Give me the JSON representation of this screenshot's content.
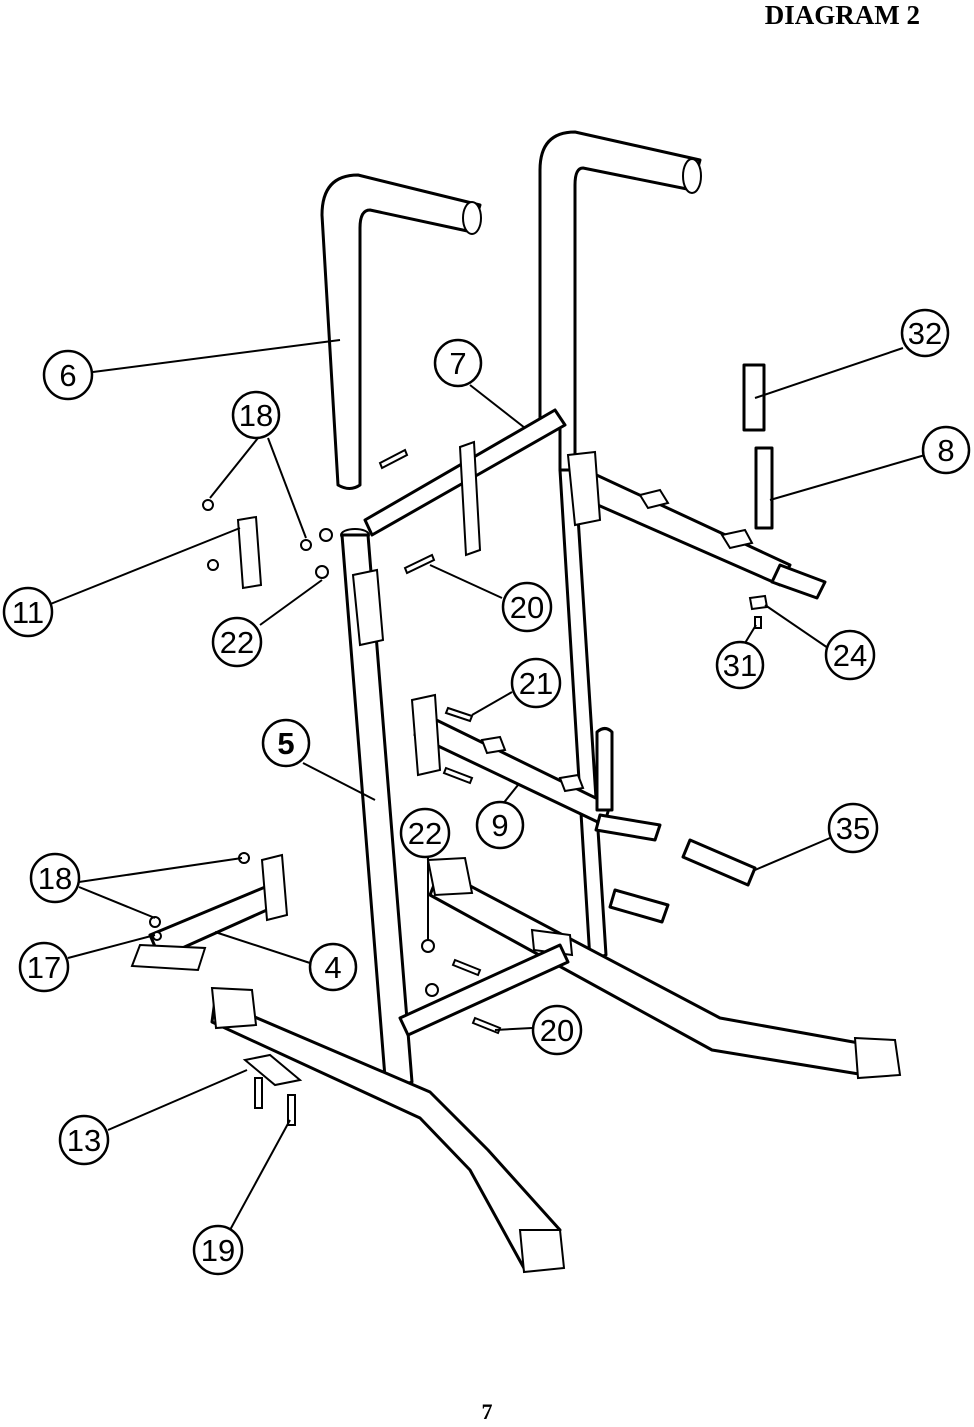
{
  "page": {
    "title": "DIAGRAM 2",
    "page_number": "7"
  },
  "callouts": [
    {
      "id": "6",
      "label": "6"
    },
    {
      "id": "18a",
      "label": "18"
    },
    {
      "id": "7",
      "label": "7"
    },
    {
      "id": "32",
      "label": "32"
    },
    {
      "id": "8",
      "label": "8"
    },
    {
      "id": "11",
      "label": "11"
    },
    {
      "id": "22a",
      "label": "22"
    },
    {
      "id": "20a",
      "label": "20"
    },
    {
      "id": "31",
      "label": "31"
    },
    {
      "id": "24",
      "label": "24"
    },
    {
      "id": "21",
      "label": "21"
    },
    {
      "id": "5",
      "label": "5"
    },
    {
      "id": "22b",
      "label": "22"
    },
    {
      "id": "9",
      "label": "9"
    },
    {
      "id": "35",
      "label": "35"
    },
    {
      "id": "18b",
      "label": "18"
    },
    {
      "id": "17",
      "label": "17"
    },
    {
      "id": "4",
      "label": "4"
    },
    {
      "id": "20b",
      "label": "20"
    },
    {
      "id": "13",
      "label": "13"
    },
    {
      "id": "19",
      "label": "19"
    }
  ]
}
